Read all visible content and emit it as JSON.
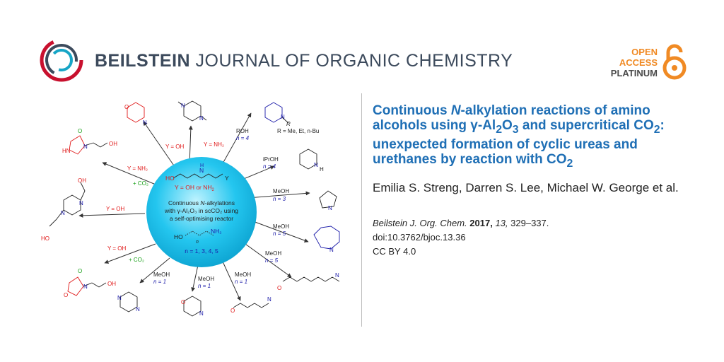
{
  "header": {
    "journal_bold": "BEILSTEIN",
    "journal_rest": " JOURNAL OF ORGANIC CHEMISTRY",
    "oa_line1": "OPEN",
    "oa_line2": "ACCESS",
    "oa_line3": "PLATINUM",
    "brand_color": "#3c4a5c",
    "accent_color": "#f08a24"
  },
  "article": {
    "title_part1": "Continuous ",
    "title_N": "N",
    "title_part2": "-alkylation reactions of amino alcohols using γ-Al",
    "title_sub1": "2",
    "title_part3": "O",
    "title_sub2": "3",
    "title_part4": " and supercritical CO",
    "title_sub3": "2",
    "title_part5": ": unexpected formation of cyclic ureas and urethanes by reaction with CO",
    "title_sub4": "2",
    "authors": "Emilia S. Streng, Darren S. Lee, Michael W. George et al.",
    "journal_abbr": "Beilstein J. Org. Chem.",
    "year": "2017,",
    "volume": "13,",
    "pages": "329–337.",
    "doi": "doi:10.3762/bjoc.13.36",
    "license": "CC BY 4.0",
    "title_color": "#1f6fb5"
  },
  "scheme": {
    "center_y_oh_nh2": "Y = OH  or NH",
    "center_sub2": "2",
    "center_line1_a": "Continuous ",
    "center_line1_N": "N",
    "center_line1_b": "-alkylations",
    "center_line2": "with γ-Al₂O₃ in scCO₂ using",
    "center_line3": "a self-optimising reactor",
    "center_n": "n = 1, 3, 4, 5",
    "center_nh2": "NH₂",
    "center_ho": "HO",
    "center_nlabel": "n",
    "center_h": "H",
    "center_n_atom": "N",
    "center_ho_top": "HO",
    "center_y_top": "Y",
    "labels": {
      "y_oh_1": "Y = OH",
      "y_nh2_1": "Y = NH₂",
      "roh": "ROH",
      "n4_a": "n = 4",
      "r_def": "R = Me, Et, n-Bu",
      "y_nh2_2": "Y = NH₂",
      "co2_1": "+ CO₂",
      "iproh": "iPrOH",
      "n4_b": "n = 4",
      "meoh_1": "MeOH",
      "n3": "n = 3",
      "y_oh_2": "Y = OH",
      "meoh_2": "MeOH",
      "n5_a": "n = 5",
      "y_oh_3": "Y = OH",
      "co2_2": "+ CO₂",
      "meoh_3": "MeOH",
      "n5_b": "n = 5",
      "meoh_4": "MeOH",
      "n1_a": "n = 1",
      "meoh_5": "MeOH",
      "n1_b": "n = 1",
      "meoh_6": "MeOH",
      "n1_c": "n = 1"
    },
    "atoms": {
      "o_morph": "O",
      "n_morph": "N",
      "n_pip1": "N",
      "n_pip2": "N",
      "pip_r": "R",
      "pip_n": "N",
      "o_urea": "O",
      "hn_urea": "HN",
      "n_urea": "N",
      "oh_urea": "OH",
      "pip_nh": "N",
      "pip_h": "H",
      "oh_top_left": "OH",
      "n_pyr": "N",
      "n_bis1": "N",
      "n_bis2": "N",
      "ho_bis": "HO",
      "n_aze": "N",
      "o_ure2": "O",
      "o_ure2b": "O",
      "n_ure2": "N",
      "oh_ure2": "OH",
      "n_chain": "N",
      "o_chain": "O",
      "n_mp1": "N",
      "n_mp2": "N",
      "o_m2": "O",
      "n_m2": "N",
      "o_dm": "O",
      "n_dm": "N"
    },
    "colors": {
      "red": "#e01818",
      "blue": "#1a1aa8",
      "green": "#18a018",
      "circle": "#24c6ef"
    }
  }
}
